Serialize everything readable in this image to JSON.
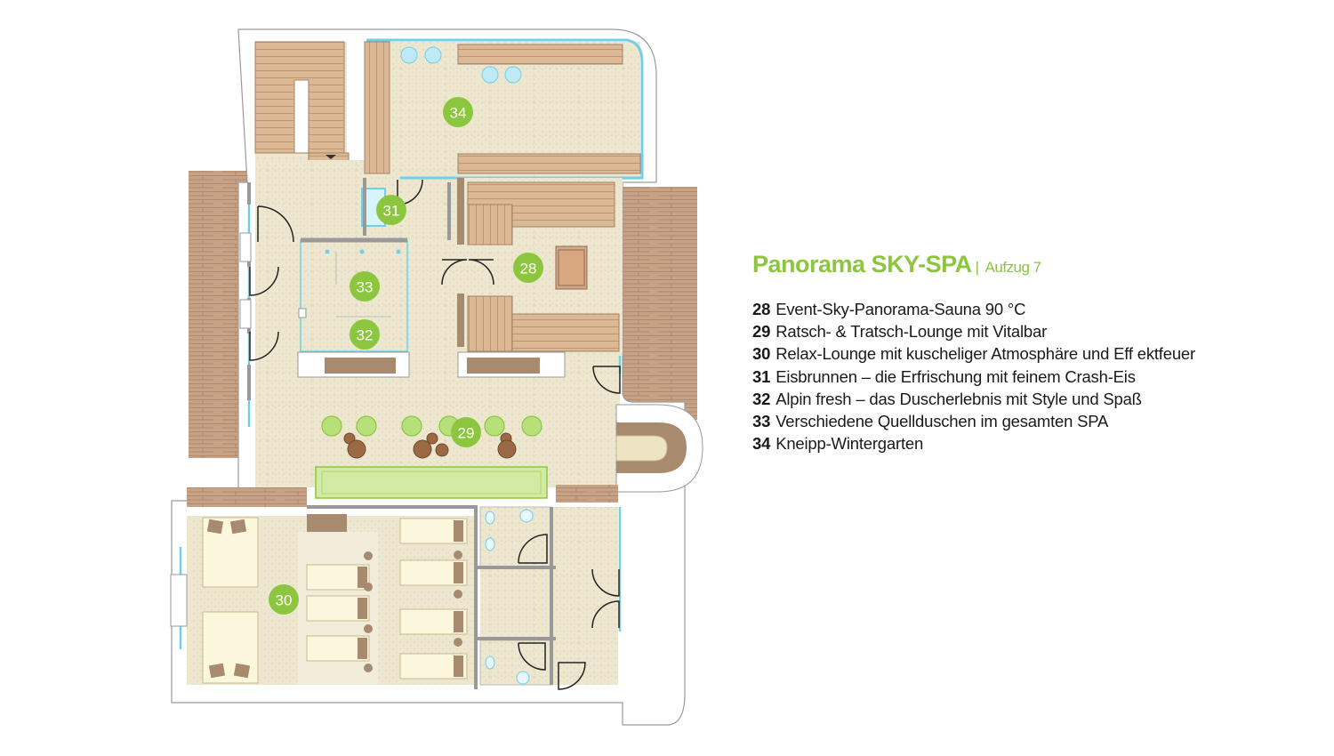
{
  "legend": {
    "title": "Panorama SKY-SPA",
    "separator": "|",
    "subtitle": "Aufzug 7",
    "items": [
      {
        "num": "28",
        "text": "Event-Sky-Panorama-Sauna 90 °C"
      },
      {
        "num": "29",
        "text": "Ratsch- & Tratsch-Lounge mit Vitalbar"
      },
      {
        "num": "30",
        "text": "Relax-Lounge mit kuscheliger Atmosphäre und Eff ektfeuer"
      },
      {
        "num": "31",
        "text": "Eisbrunnen – die Erfrischung mit feinem Crash-Eis"
      },
      {
        "num": "32",
        "text": "Alpin fresh – das Duscherlebnis mit Style und Spaß"
      },
      {
        "num": "33",
        "text": "Verschiedene Quellduschen im gesamten SPA"
      },
      {
        "num": "34",
        "text": "Kneipp-Wintergarten"
      }
    ]
  },
  "plan": {
    "markers": [
      "34",
      "31",
      "28",
      "33",
      "32",
      "29",
      "30"
    ]
  },
  "colors": {
    "accent_green": "#8cc63f",
    "floor": "#ece6cf",
    "wood": "#d9b48f",
    "wall": "#ffffff",
    "glass": "#6fd0e8",
    "terrace": "#c9a486"
  }
}
